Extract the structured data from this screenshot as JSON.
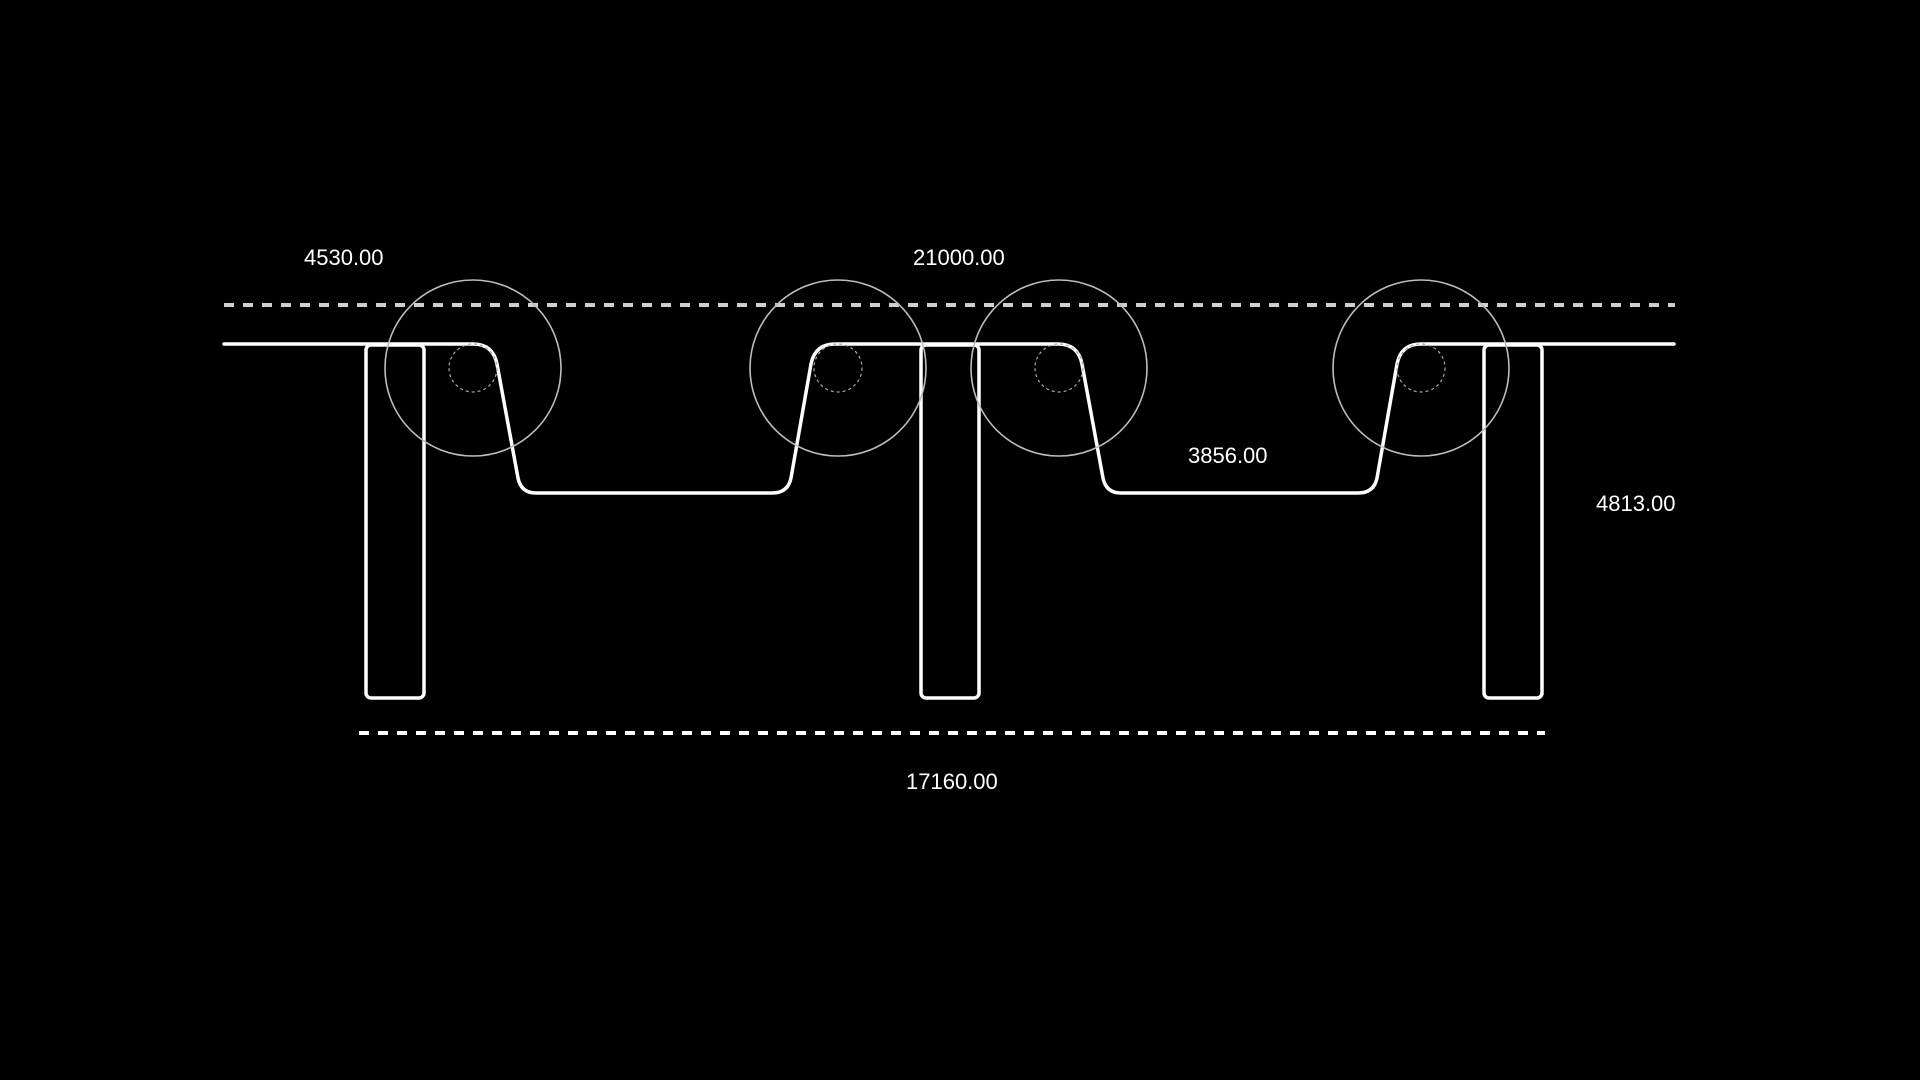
{
  "dimensions": {
    "left_span": "4530.00",
    "total_length": "21000.00",
    "sag_span": "3856.00",
    "height": "4813.00",
    "post_span": "17160.00"
  },
  "colors": {
    "background": "#000000",
    "lines": "#ffffff",
    "rollers": "#bdbdbd"
  }
}
